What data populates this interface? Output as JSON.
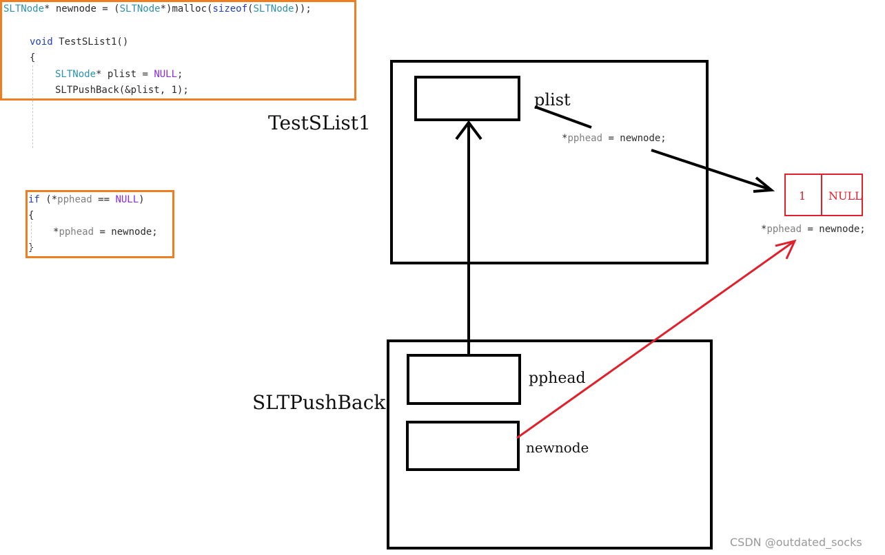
{
  "code_top": {
    "line1": {
      "type": "SLTNode",
      "star_name": "* newnode = (",
      "type2": "SLTNode",
      "cast": "*)malloc(",
      "kw": "sizeof",
      "paren": "(",
      "type3": "SLTNode",
      "end": "));"
    },
    "line2": {
      "kw": "void",
      "fn": " TestSList1()"
    },
    "line3": "{",
    "line4": {
      "type": "SLTNode",
      "rest": "* plist = ",
      "null": "NULL",
      "end": ";"
    },
    "line5": "SLTPushBack(&plist, 1);"
  },
  "code_if": {
    "line1": {
      "kw": "if",
      "open": " (*",
      "param": "pphead",
      "op": " == ",
      "null": "NULL",
      "close": ")"
    },
    "line2": "{",
    "line3": {
      "star": "*",
      "param": "pphead",
      "rest": " = newnode;"
    },
    "line4": "}"
  },
  "diagram": {
    "frame_top_label": "TestSList1",
    "frame_bottom_label": "SLTPushBack",
    "plist_label": "plist",
    "pphead_label": "pphead",
    "newnode_label": "newnode",
    "assign_inner": {
      "star": "*",
      "param": "pphead",
      "rest": " = newnode;"
    },
    "assign_outer": {
      "star": "*",
      "param": "pphead",
      "rest": " = newnode;"
    },
    "node": {
      "value": "1",
      "next": "NULL"
    },
    "colors": {
      "code_border": "#ef7d22",
      "pointer_red": "#e0202a",
      "pointer_black": "#000000"
    }
  },
  "watermark": "CSDN @outdated_socks"
}
